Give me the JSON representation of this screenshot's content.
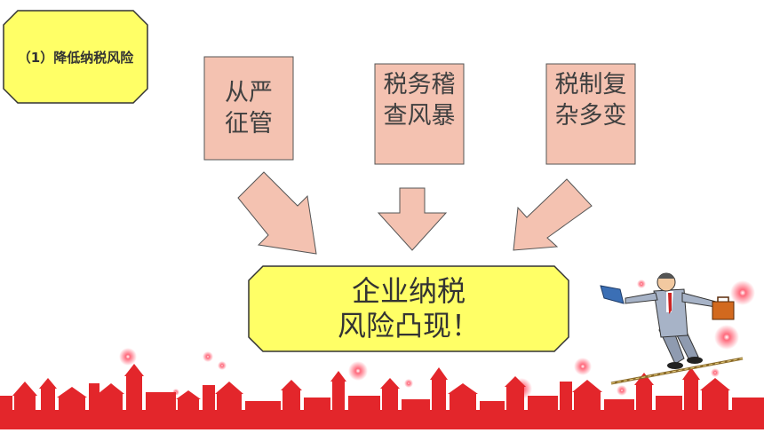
{
  "section_label": "（1）降低纳税风险",
  "factors": [
    {
      "text": "从严\n征管"
    },
    {
      "text": "税务稽\n查风暴"
    },
    {
      "text": "税制复\n杂多变"
    }
  ],
  "result": {
    "text": "企业纳税\n风险凸现！"
  },
  "colors": {
    "label_fill": "#ffff66",
    "factor_fill": "#f4c2b1",
    "arrow_fill": "#f4c2b1",
    "skyline": "#e3262b"
  }
}
